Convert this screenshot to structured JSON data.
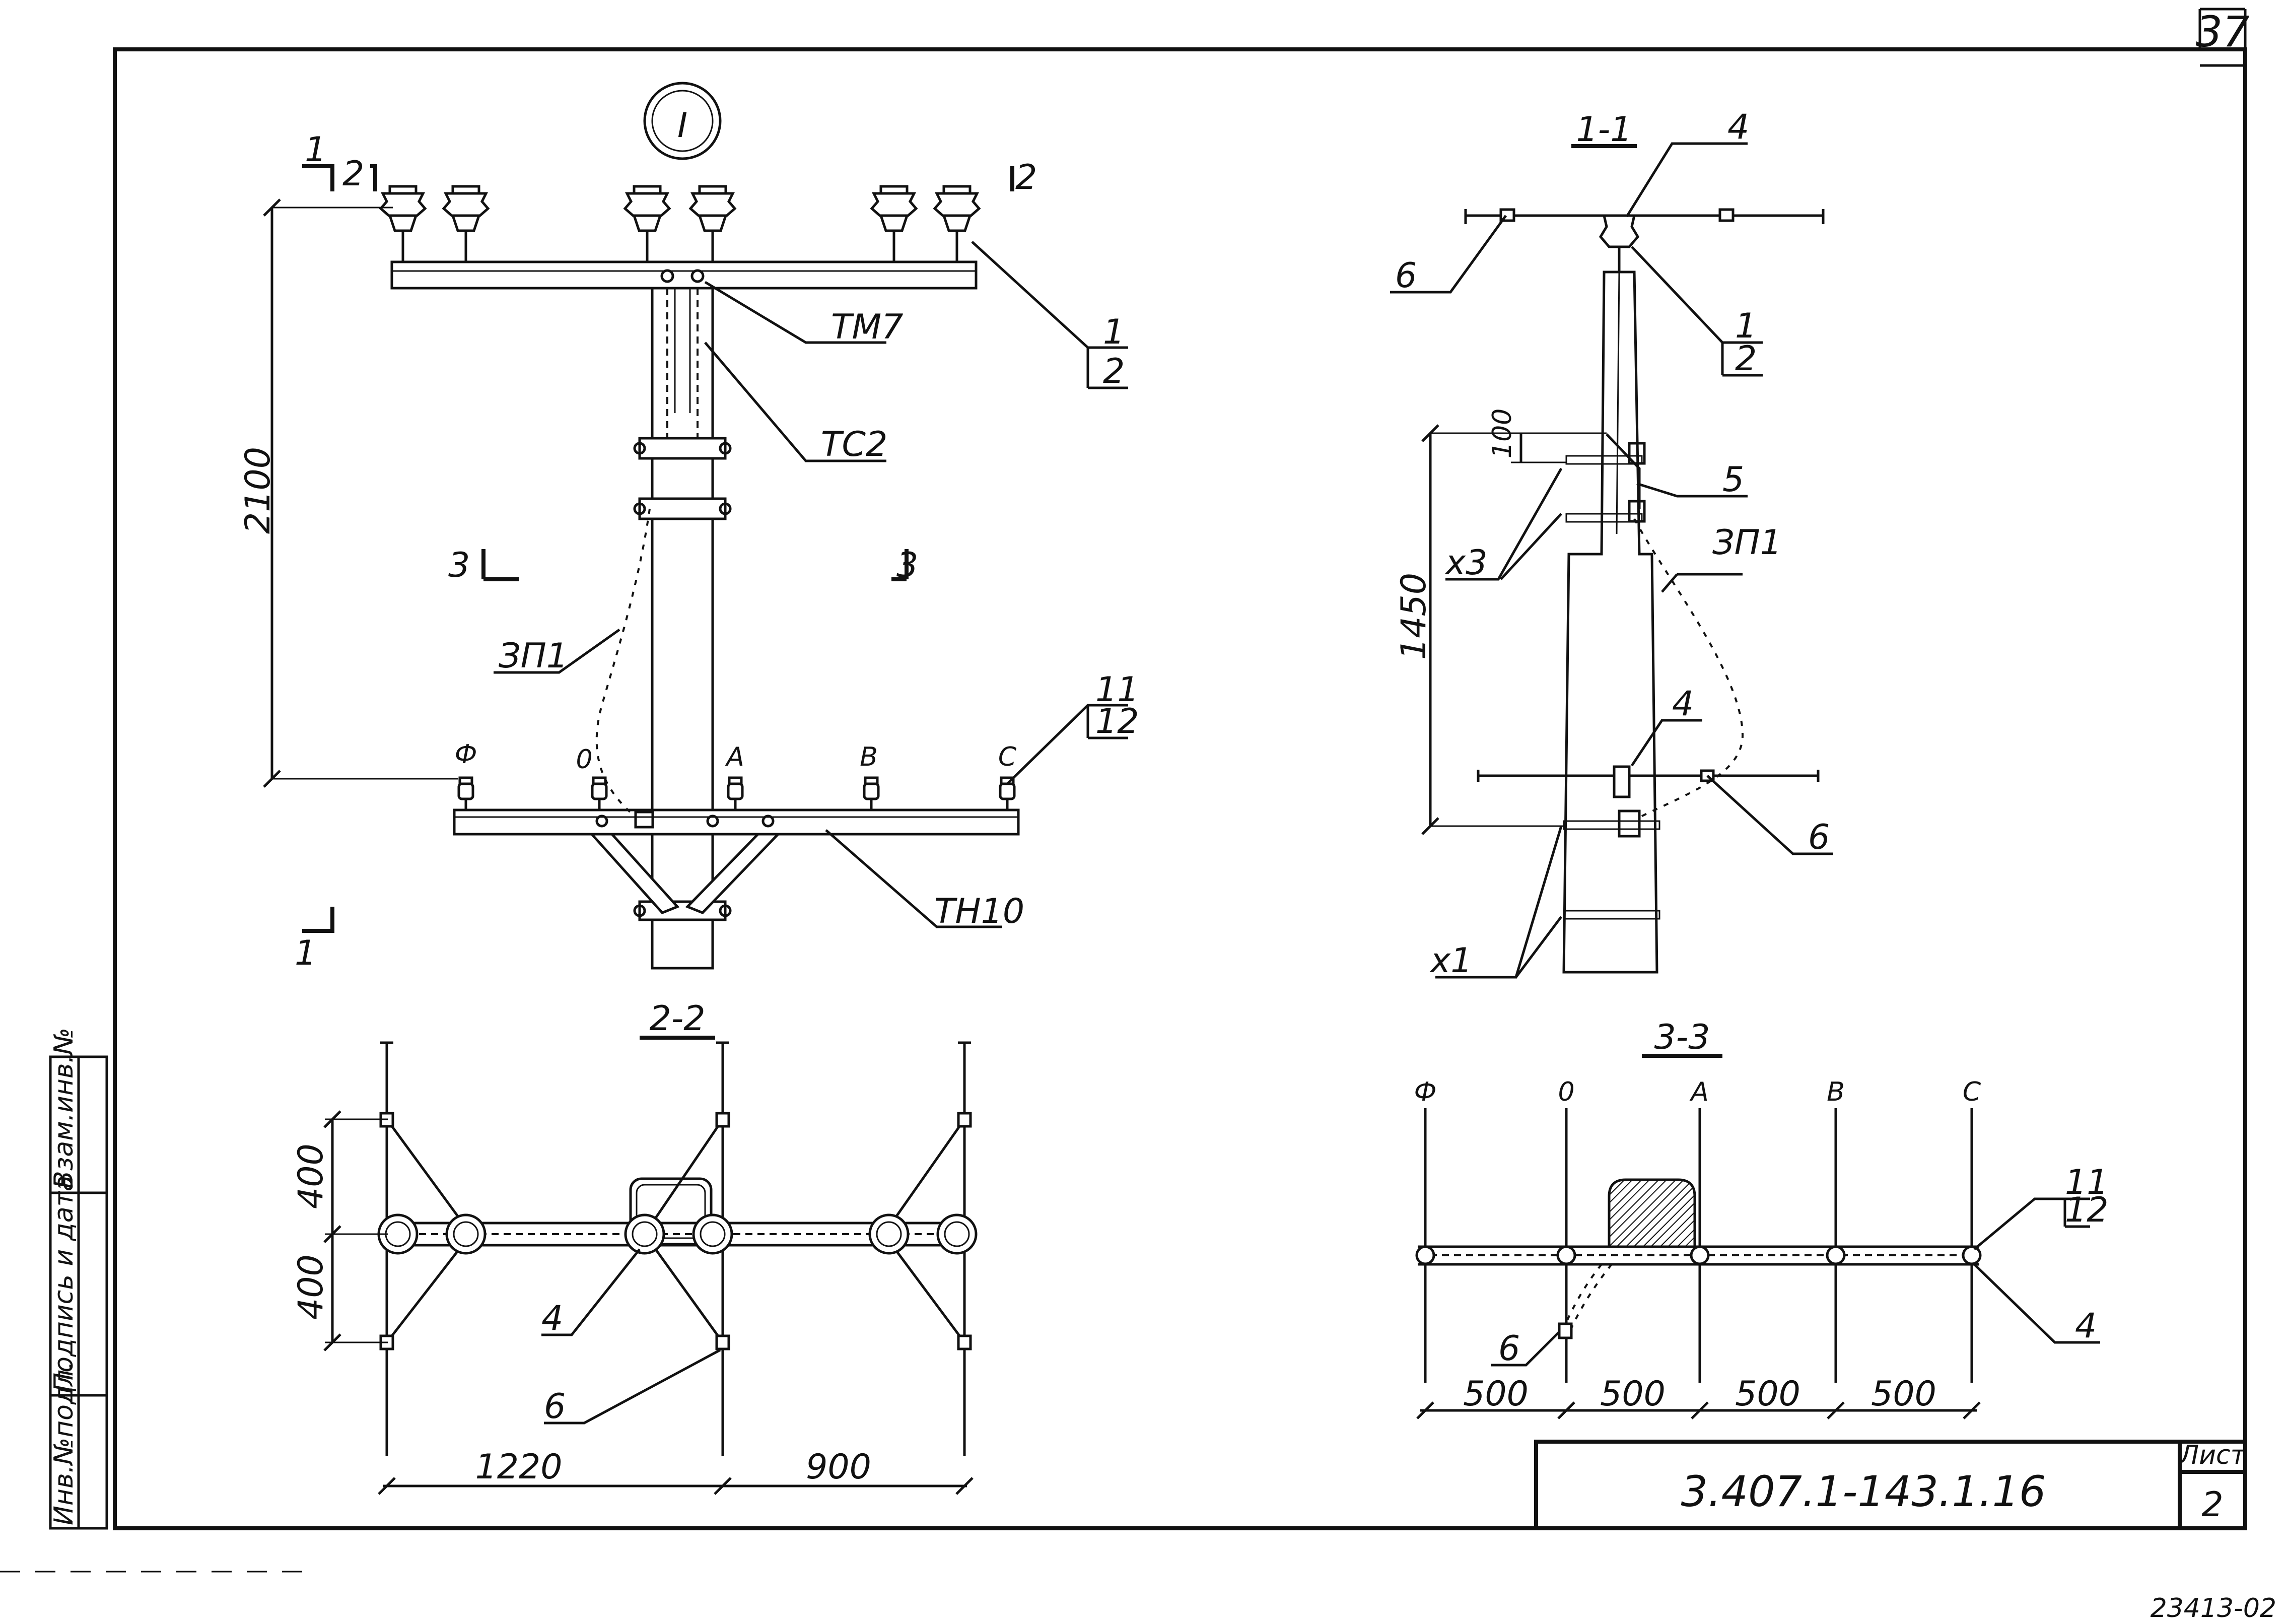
{
  "sheet": {
    "page_number": "37",
    "document_code": "3.407.1-143.1.16",
    "sheet_label": "Лист",
    "sheet_number": "2",
    "archive_number": "23413-02",
    "side_stamp": {
      "inv_podl": "Инв.№подл.",
      "signature_date": "Подпись и дата",
      "vzam_inv": "Взам.инв.№"
    }
  },
  "node_marker": "I",
  "view_front": {
    "section_marks": [
      "1",
      "2",
      "2",
      "3",
      "3",
      "1"
    ],
    "dimension_height": "2100",
    "labels": {
      "tm7": "ТМ7",
      "tc2": "ТС2",
      "th10": "ТН10",
      "zp1": "ЗП1",
      "pos_1": "1",
      "pos_2": "2",
      "pos_11": "11",
      "pos_12": "12"
    },
    "phases": [
      "Ф",
      "0",
      "А",
      "В",
      "С"
    ]
  },
  "view_1_1": {
    "title": "1-1",
    "dim_100": "100",
    "dim_1450": "1450",
    "labels": {
      "pos_4a": "4",
      "pos_6a": "6",
      "pos_1": "1",
      "pos_2": "2",
      "pos_5": "5",
      "x3": "х3",
      "zp1": "ЗП1",
      "pos_4b": "4",
      "pos_6b": "6",
      "x1": "х1"
    }
  },
  "view_2_2": {
    "title": "2-2",
    "dims": {
      "upper": "400",
      "lower": "400",
      "left": "1220",
      "right": "900"
    },
    "labels": {
      "pos_4": "4",
      "pos_6": "6"
    }
  },
  "view_3_3": {
    "title": "3-3",
    "phases": [
      "Ф",
      "0",
      "А",
      "В",
      "С"
    ],
    "dims": [
      "500",
      "500",
      "500",
      "500"
    ],
    "labels": {
      "pos_11": "11",
      "pos_12": "12",
      "pos_4": "4",
      "pos_6": "6"
    }
  }
}
